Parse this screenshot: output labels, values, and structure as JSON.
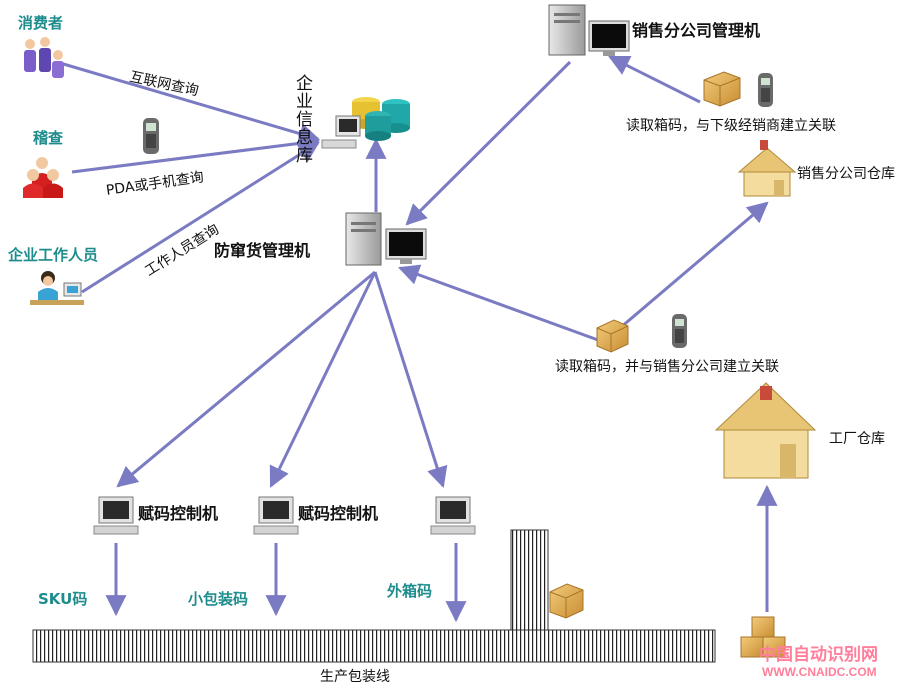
{
  "nodes": {
    "consumer": "消费者",
    "inspector": "稽查",
    "staff": "企业工作人员",
    "info_db": "企业信息库",
    "anti_counterfeit": "防窜货管理机",
    "sales_branch": "销售分公司管理机",
    "sales_warehouse": "销售分公司仓库",
    "factory_warehouse": "工厂仓库",
    "coding_1": "赋码控制机",
    "coding_2": "赋码控制机",
    "production_line": "生产包装线"
  },
  "edges": {
    "internet_query": "互联网查询",
    "pda_query": "PDA或手机查询",
    "staff_query": "工作人员查询",
    "read_dealer": "读取箱码，与下级经销商建立关联",
    "read_branch": "读取箱码，并与销售分公司建立关联"
  },
  "codes": {
    "sku": "SKU码",
    "small_pack": "小包装码",
    "outer_box": "外箱码"
  },
  "watermark": {
    "title": "中国自动识别网",
    "url": "WWW.CNAIDC.COM"
  },
  "colors": {
    "arrow": "#7b7bc4",
    "teal_text": "#1e8c8c",
    "box": "#d9a64e",
    "house_wall": "#f3dc9d",
    "house_roof": "#e7c574",
    "watermark": "#ff7f9a"
  }
}
